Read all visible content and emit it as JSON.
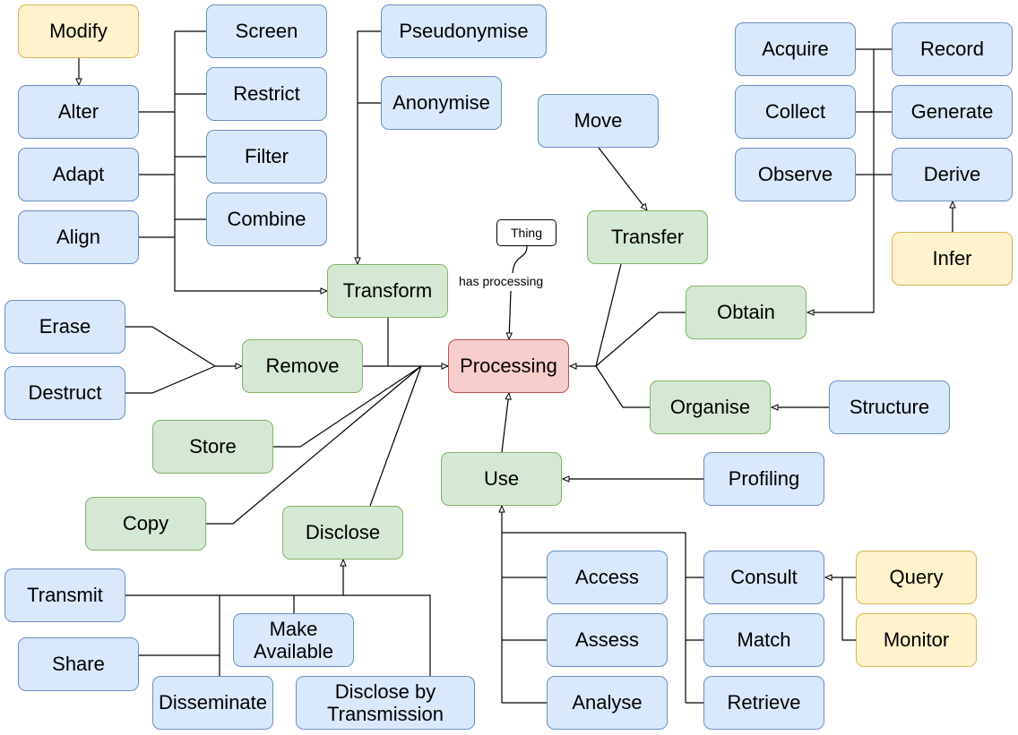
{
  "nodes": {
    "modify": "Modify",
    "screen": "Screen",
    "pseudonymise": "Pseudonymise",
    "acquire": "Acquire",
    "record": "Record",
    "alter": "Alter",
    "restrict": "Restrict",
    "anonymise": "Anonymise",
    "move": "Move",
    "collect": "Collect",
    "generate": "Generate",
    "adapt": "Adapt",
    "filter": "Filter",
    "observe": "Observe",
    "derive": "Derive",
    "align": "Align",
    "combine": "Combine",
    "thing": "Thing",
    "transfer": "Transfer",
    "infer": "Infer",
    "transform": "Transform",
    "obtain": "Obtain",
    "erase": "Erase",
    "remove": "Remove",
    "processing": "Processing",
    "destruct": "Destruct",
    "organise": "Organise",
    "structure": "Structure",
    "store": "Store",
    "use": "Use",
    "profiling": "Profiling",
    "copy": "Copy",
    "disclose": "Disclose",
    "transmit": "Transmit",
    "access": "Access",
    "consult": "Consult",
    "query": "Query",
    "make_available": "Make Available",
    "assess": "Assess",
    "match": "Match",
    "monitor": "Monitor",
    "share": "Share",
    "disseminate": "Disseminate",
    "disclose_by_transmission": "Disclose by Transmission",
    "analyse": "Analyse",
    "retrieve": "Retrieve"
  },
  "edge_label": "has processing",
  "colors": {
    "blue": "#dae8fc",
    "green": "#d5e8d4",
    "yellow": "#fff2cc",
    "red": "#f8cecc"
  }
}
